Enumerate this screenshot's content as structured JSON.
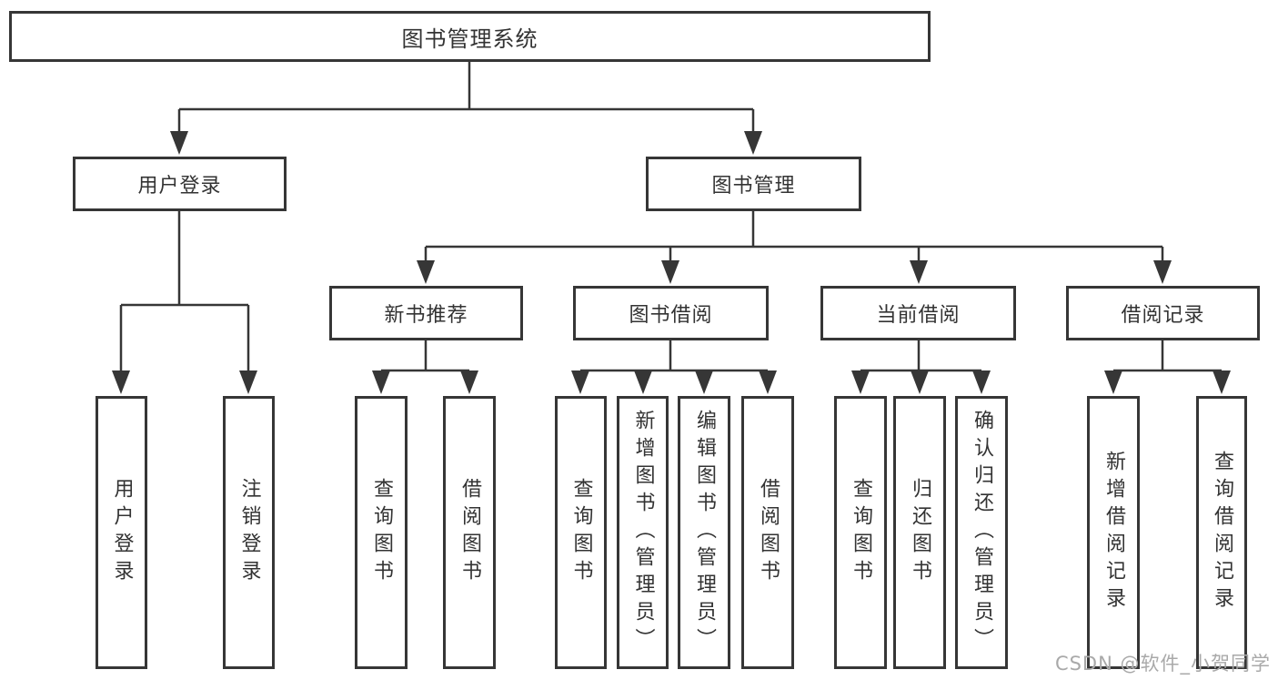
{
  "diagram": {
    "root": {
      "label": "图书管理系统"
    },
    "branches": [
      {
        "label": "用户登录",
        "children": [
          {
            "label": "用户登录"
          },
          {
            "label": "注销登录"
          }
        ]
      },
      {
        "label": "图书管理",
        "children": [
          {
            "label": "新书推荐",
            "children": [
              {
                "label": "查询图书"
              },
              {
                "label": "借阅图书"
              }
            ]
          },
          {
            "label": "图书借阅",
            "children": [
              {
                "label": "查询图书"
              },
              {
                "label": "新增图书（管理员）"
              },
              {
                "label": "编辑图书（管理员）"
              },
              {
                "label": "借阅图书"
              }
            ]
          },
          {
            "label": "当前借阅",
            "children": [
              {
                "label": "查询图书"
              },
              {
                "label": "归还图书"
              },
              {
                "label": "确认归还（管理员）"
              }
            ]
          },
          {
            "label": "借阅记录",
            "children": [
              {
                "label": "新增借阅记录"
              },
              {
                "label": "查询借阅记录"
              }
            ]
          }
        ]
      }
    ],
    "watermark": "CSDN @软件_小贺同学",
    "colors": {
      "line": "#363636",
      "text": "#333333",
      "watermark": "#a9a9a9",
      "background": "#ffffff"
    }
  }
}
